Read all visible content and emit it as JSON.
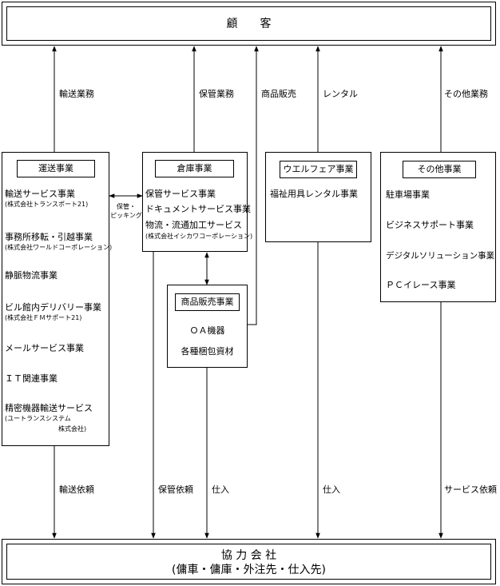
{
  "customer": "顧　　客",
  "partner": {
    "line1": "協 力 会 社",
    "line2": "(傭車・傭庫・外注先・仕入先)"
  },
  "flows_up": {
    "transport": "輸送業務",
    "storage": "保管業務",
    "sales": "商品販売",
    "rental": "レンタル",
    "other": "その他業務"
  },
  "flows_down": {
    "transport": "輸送依頼",
    "storage": "保管依頼",
    "purchase_sales": "仕入",
    "purchase_welfare": "仕入",
    "service": "サービス依頼"
  },
  "link_label": {
    "line1": "保管・",
    "line2": "ピッキング"
  },
  "transport": {
    "title": "運送事業",
    "items": [
      {
        "name": "輸送サービス事業",
        "sub": "(株式会社トランスポート21)"
      },
      {
        "name": "事務所移転・引越事業",
        "sub": "(株式会社ワールドコーポレーション)"
      },
      {
        "name": "静脈物流事業"
      },
      {
        "name": "ビル館内デリバリー事業",
        "sub": "(株式会社ＦＭサポート21)"
      },
      {
        "name": "メールサービス事業"
      },
      {
        "name": "ＩＴ関連事業"
      },
      {
        "name": "精密機器輸送サービス",
        "sub": "(ユートランスシステム",
        "sub2": "株式会社)"
      }
    ]
  },
  "warehouse": {
    "title": "倉庫事業",
    "items": [
      {
        "name": "保管サービス事業"
      },
      {
        "name": "ドキュメントサービス事業"
      },
      {
        "name": "物流・流通加工サービス",
        "sub": "(株式会社イシカワコーポレーション)"
      }
    ]
  },
  "sales": {
    "title": "商品販売事業",
    "items": [
      "ＯＡ機器",
      "各種梱包資材"
    ]
  },
  "welfare": {
    "title": "ウエルフェア事業",
    "items": [
      "福祉用具レンタル事業"
    ]
  },
  "other": {
    "title": "その他事業",
    "items": [
      "駐車場事業",
      "ビジネスサポート事業",
      "デジタルソリューション事業",
      "ＰＣイレース事業"
    ]
  }
}
